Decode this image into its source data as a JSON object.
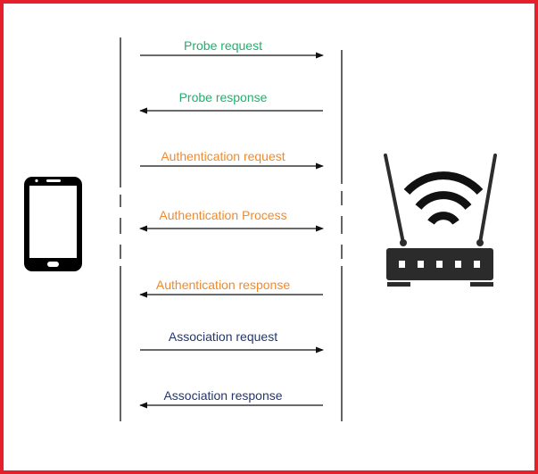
{
  "colors": {
    "border": "#e5202a",
    "probe": "#1bb36b",
    "auth": "#f08a2b",
    "assoc": "#23366e",
    "line": "#111111"
  },
  "devices": {
    "client_icon": "smartphone-icon",
    "ap_icon": "wifi-router-icon"
  },
  "messages": [
    {
      "label": "Probe request",
      "direction": "to-ap",
      "group": "probe"
    },
    {
      "label": "Probe response",
      "direction": "to-client",
      "group": "probe"
    },
    {
      "label": "Authentication request",
      "direction": "to-ap",
      "group": "auth"
    },
    {
      "label": "Authentication Process",
      "direction": "both",
      "group": "auth"
    },
    {
      "label": "Authentication response",
      "direction": "to-client",
      "group": "auth"
    },
    {
      "label": "Association request",
      "direction": "to-ap",
      "group": "assoc"
    },
    {
      "label": "Association response",
      "direction": "to-client",
      "group": "assoc"
    }
  ]
}
